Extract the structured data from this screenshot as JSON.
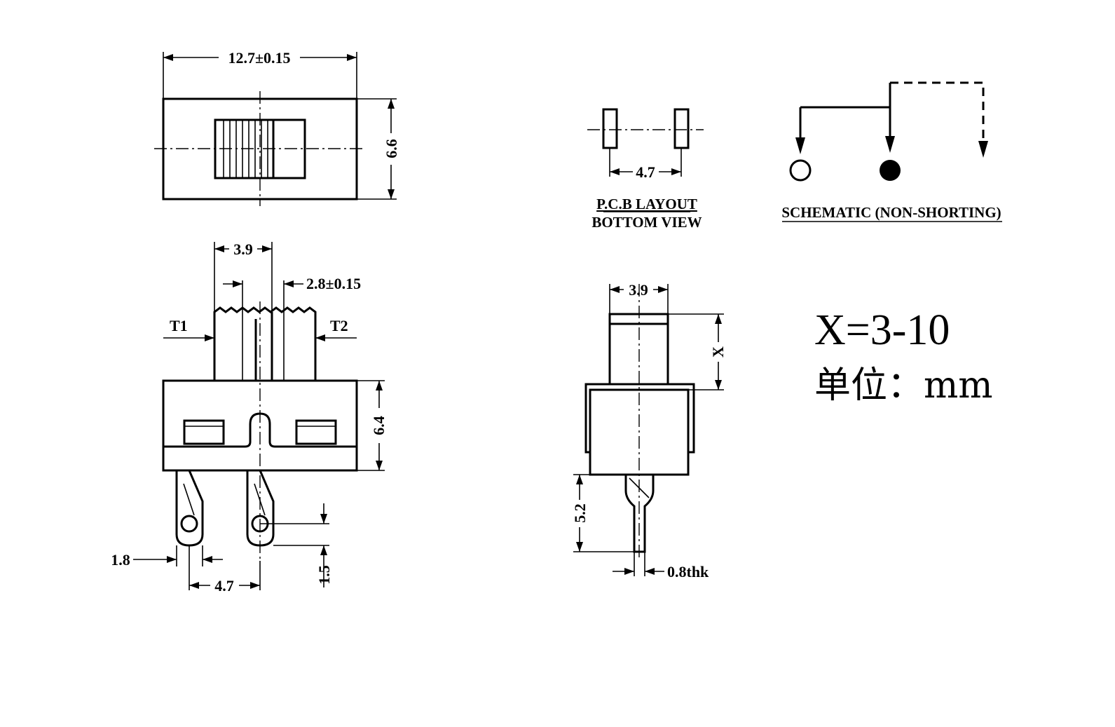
{
  "top_view": {
    "width_dim": "12.7±0.15",
    "height_dim": "6.6"
  },
  "front_view": {
    "actuator_dim": "3.9",
    "actuator_width_dim": "2.8±0.15",
    "t1_label": "T1",
    "t2_label": "T2",
    "body_height_dim": "6.4",
    "pin_width_dim": "1.8",
    "pin_pitch_dim": "4.7",
    "hole_offset_dim": "1.5"
  },
  "pcb_layout": {
    "pitch_dim": "4.7",
    "caption_line1": "P.C.B LAYOUT",
    "caption_line2": "BOTTOM VIEW"
  },
  "schematic": {
    "caption": "SCHEMATIC (NON-SHORTING)"
  },
  "side_view": {
    "actuator_dim": "3.9",
    "actuator_height_dim": "X",
    "pin_length_dim": "5.2",
    "thickness_dim": "0.8thk"
  },
  "notes": {
    "x_range": "X=3-10",
    "unit": "单位：mm"
  }
}
